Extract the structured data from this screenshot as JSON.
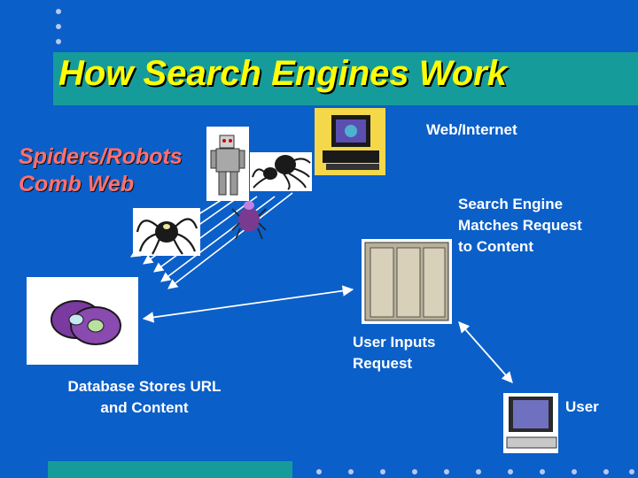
{
  "slide": {
    "title": "How Search Engines Work",
    "spiders_label": [
      "Spiders/Robots",
      "Comb Web"
    ],
    "web_label": "Web/Internet",
    "search_engine_label": [
      "Search Engine",
      "Matches Request",
      "to Content"
    ],
    "user_inputs_label": [
      "User Inputs",
      "Request"
    ],
    "database_label": [
      "Database Stores URL",
      "and Content"
    ],
    "user_label": "User"
  },
  "colors": {
    "background": "#0B5FC8",
    "title_bar": "#159C9A",
    "title_text": "#FFFF00",
    "spider_label": "#FF7070"
  },
  "icons": [
    "spider-icon",
    "robot-icon",
    "globe-computer-icon",
    "cd-disc-icon",
    "server-icon",
    "computer-icon"
  ]
}
